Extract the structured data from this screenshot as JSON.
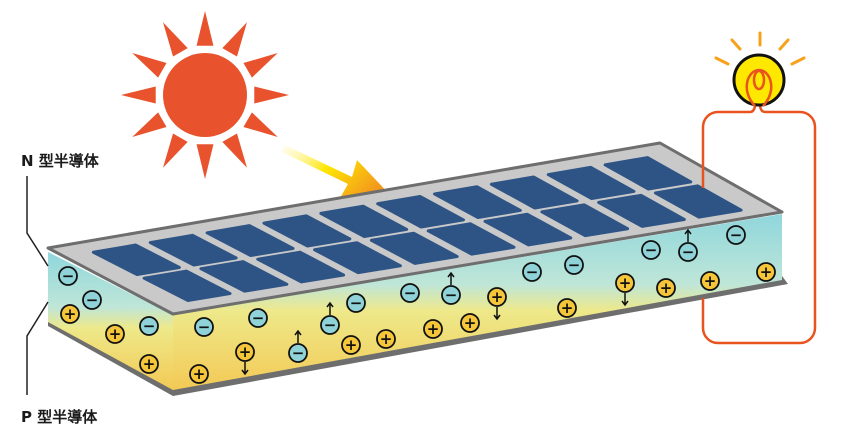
{
  "labels": {
    "n_type": "N 型半導体",
    "p_type": "P 型半導体"
  },
  "charges": {
    "negative_symbol": "−",
    "positive_symbol": "+"
  },
  "panel": {
    "cell_rows": 2,
    "cell_columns": 10
  },
  "colors": {
    "sun": "#e8532e",
    "cell": "#2e5486",
    "frame": "#c8c8c8",
    "n_layer": "#8fd3d8",
    "p_layer": "#f2cf5a",
    "electron": "#8fd3d8",
    "hole": "#f5c53a",
    "wire": "#e8531e",
    "bulb": "#ffe800"
  }
}
